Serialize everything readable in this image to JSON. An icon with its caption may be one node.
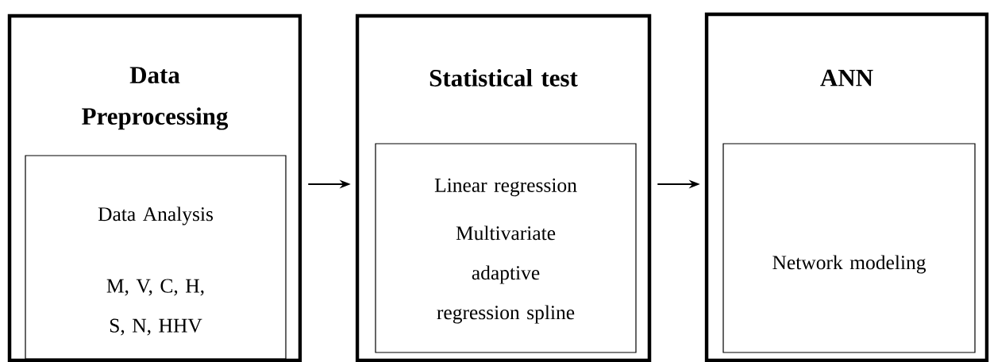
{
  "diagram": {
    "nodes": [
      {
        "text": [
          "Data Preprocessing"
        ]
      },
      {
        "text": [
          "Data Analysis",
          "M, V, C, H, S, N, HHV"
        ],
        "in": 0
      },
      {
        "text": [
          "Statistical test"
        ]
      },
      {
        "text": [
          "Linear regression",
          "Multivariate adaptive regression spline"
        ],
        "in": 2
      },
      {
        "text": [
          "ANN"
        ]
      },
      {
        "text": [
          "Network modeling"
        ],
        "in": 4
      }
    ],
    "edges": [
      {
        "from": 0,
        "to": 2,
        "arrow": "to"
      },
      {
        "from": 2,
        "to": 4,
        "arrow": "to"
      }
    ]
  }
}
